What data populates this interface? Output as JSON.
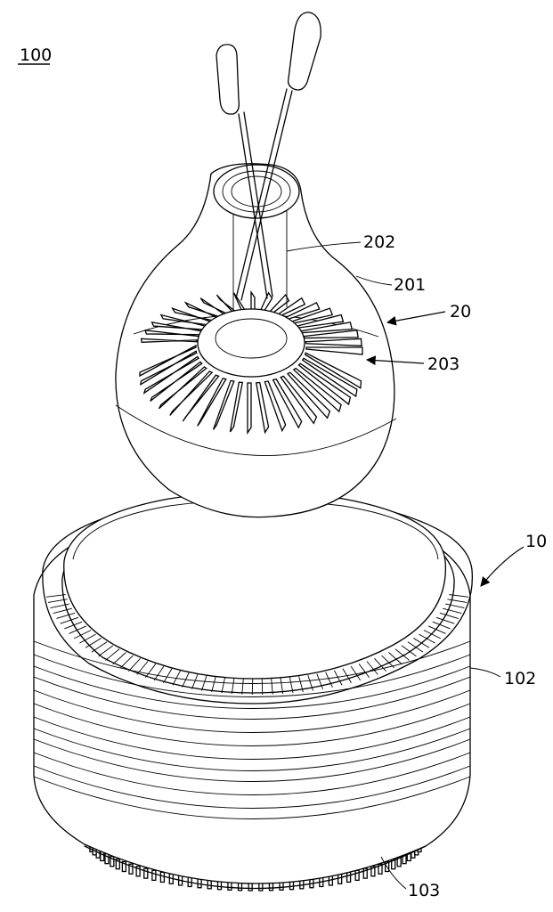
{
  "figure": {
    "labels": {
      "assembly": "100",
      "base": "10",
      "base_side": "102",
      "base_bottom": "103",
      "bulb": "20",
      "bulb_shell": "201",
      "bulb_tube": "202",
      "heat_sink": "203"
    }
  }
}
